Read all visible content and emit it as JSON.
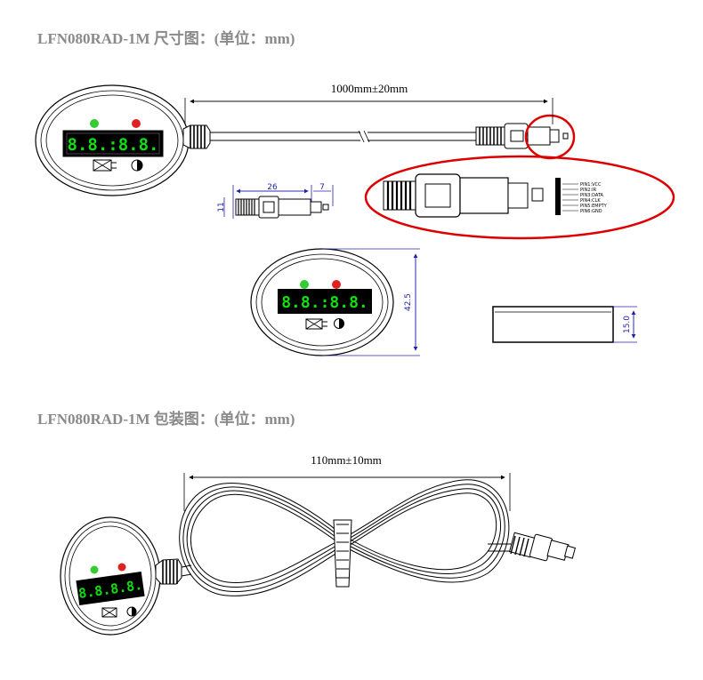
{
  "section1": {
    "title": "LFN080RAD-1M 尺寸图：(单位：mm)",
    "cable_length_label": "1000mm±20mm",
    "plug_dims": {
      "length": "26",
      "tip": "7",
      "height": "11"
    },
    "front_height": "42.5",
    "side_depth": "15.0",
    "pin_labels": [
      "PIN1:VCC",
      "PIN2:IR",
      "PIN3:DATA",
      "PIN4:CLK",
      "PIN5:EMPTY",
      "PIN6:GND"
    ]
  },
  "section2": {
    "title": "LFN080RAD-1M      包装图：(单位：mm)",
    "coil_length_label": "110mm±10mm"
  },
  "display": {
    "digits": "8.8.:8.8.",
    "digits_small": "8.8.8.8."
  },
  "colors": {
    "lcd_green": "#10e010",
    "led_green": "#33cc33",
    "led_red": "#dd2222",
    "highlight_red": "#dd0000",
    "dim_blue": "#2222aa"
  }
}
